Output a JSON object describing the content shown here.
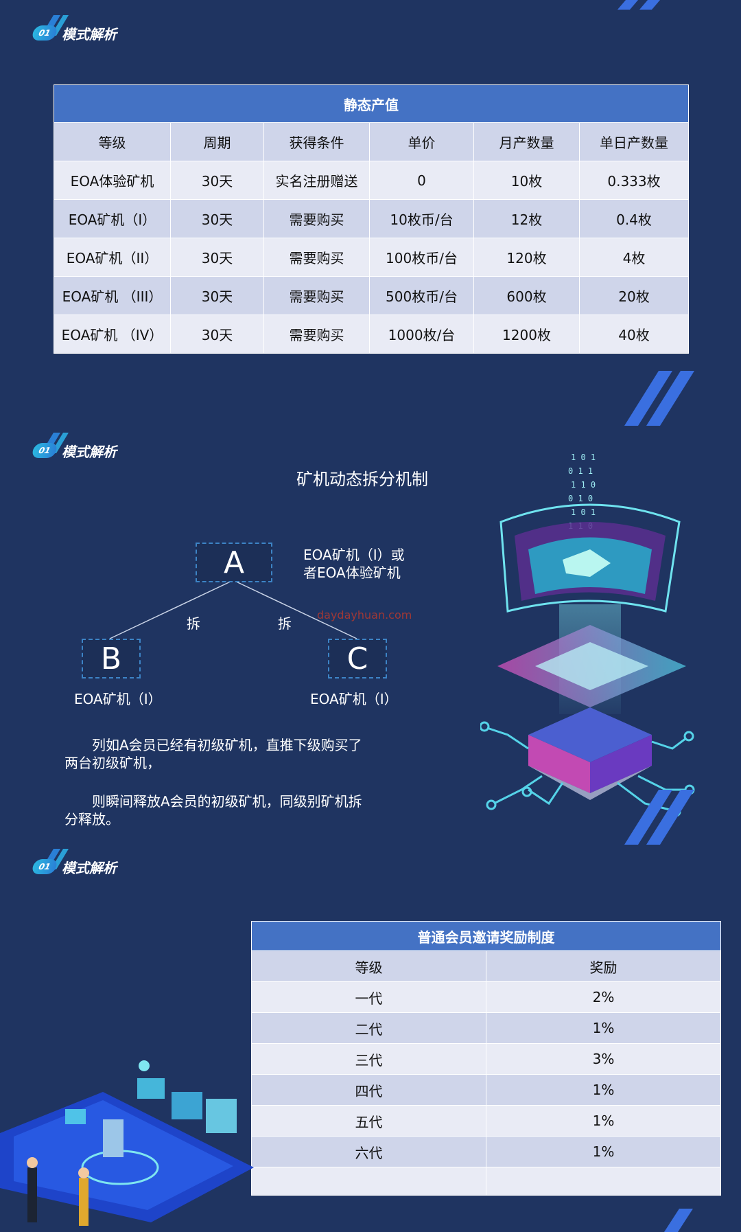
{
  "sections": [
    {
      "badge": "01",
      "title": "模式解析"
    },
    {
      "badge": "01",
      "title": "模式解析"
    },
    {
      "badge": "01",
      "title": "模式解析"
    }
  ],
  "static_table": {
    "caption": "静态产值",
    "headers": [
      "等级",
      "周期",
      "获得条件",
      "单价",
      "月产数量",
      "单日产数量"
    ],
    "rows": [
      [
        "EOA体验矿机",
        "30天",
        "实名注册赠送",
        "0",
        "10枚",
        "0.333枚"
      ],
      [
        "EOA矿机（I）",
        "30天",
        "需要购买",
        "10枚币/台",
        "12枚",
        "0.4枚"
      ],
      [
        "EOA矿机（II）",
        "30天",
        "需要购买",
        "100枚币/台",
        "120枚",
        "4枚"
      ],
      [
        "EOA矿机 （III）",
        "30天",
        "需要购买",
        "500枚币/台",
        "600枚",
        "20枚"
      ],
      [
        "EOA矿机 （IV）",
        "30天",
        "需要购买",
        "1000枚/台",
        "1200枚",
        "40枚"
      ]
    ]
  },
  "split": {
    "title": "矿机动态拆分机制",
    "node_a": "A",
    "node_b": "B",
    "node_c": "C",
    "a_note_line1": "EOA矿机（I）或",
    "a_note_line2": "者EOA体验矿机",
    "split_left": "拆",
    "split_right": "拆",
    "b_label": "EOA矿机（I）",
    "c_label": "EOA矿机（I）",
    "watermark": "daydayhuan.com",
    "para1_line1": "列如A会员已经有初级矿机，直推下级购买了",
    "para1_line2": "两台初级矿机，",
    "para2_line1": "则瞬间释放A会员的初级矿机，同级别矿机拆",
    "para2_line2": "分释放。"
  },
  "invite_table": {
    "caption": "普通会员邀请奖励制度",
    "headers": [
      "等级",
      "奖励"
    ],
    "rows": [
      [
        "一代",
        "2%"
      ],
      [
        "二代",
        "1%"
      ],
      [
        "三代",
        "3%"
      ],
      [
        "四代",
        "1%"
      ],
      [
        "五代",
        "1%"
      ],
      [
        "六代",
        "1%"
      ]
    ]
  },
  "colors": {
    "background": "#1f3461",
    "table_header": "#4472c4",
    "row_light": "#e9ebf5",
    "row_dark": "#cfd5ea",
    "accent": "#2bb7e0"
  }
}
